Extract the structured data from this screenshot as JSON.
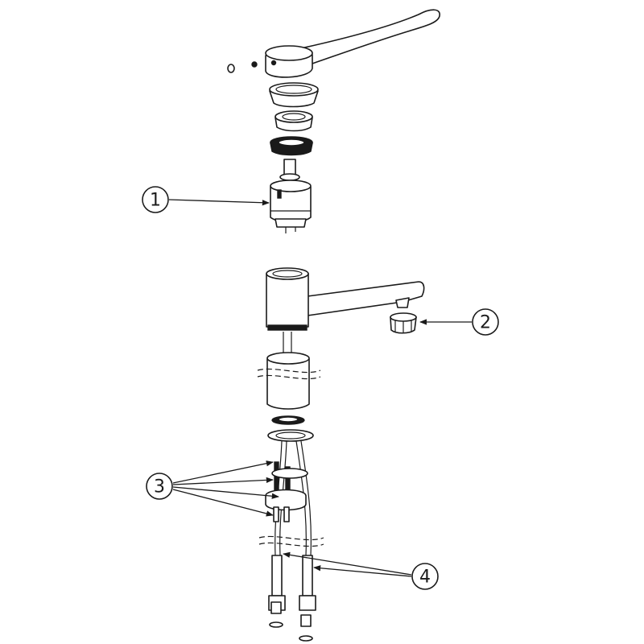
{
  "diagram": {
    "type": "exploded-parts-view",
    "callouts": [
      {
        "number": "1",
        "part": "cartridge"
      },
      {
        "number": "2",
        "part": "aerator"
      },
      {
        "number": "3",
        "part": "mounting-studs"
      },
      {
        "number": "4",
        "part": "flexible-hoses"
      }
    ]
  }
}
